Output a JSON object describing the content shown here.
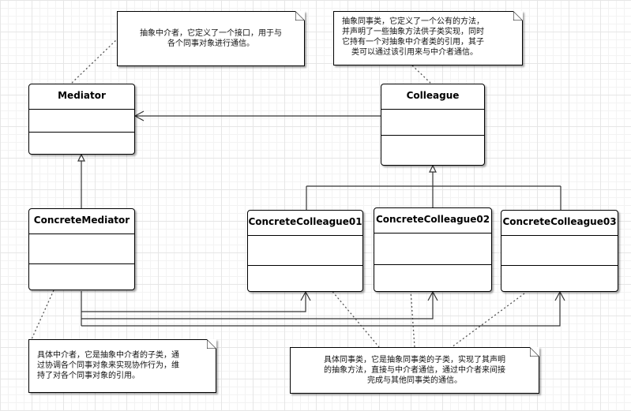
{
  "classes": {
    "mediator": "Mediator",
    "colleague": "Colleague",
    "concrete_mediator": "ConcreteMediator",
    "concrete_colleague_01": "ConcreteColleague01",
    "concrete_colleague_02": "ConcreteColleague02",
    "concrete_colleague_03": "ConcreteColleague03"
  },
  "notes": {
    "mediator_line1": "抽象中介者，它定义了一个接口，用于与",
    "mediator_line2": "各个同事对象进行通信。",
    "colleague_line1": "抽象同事类，它定义了一个公有的方法，",
    "colleague_line2": "并声明了一些抽象方法供子类实现，同时",
    "colleague_line3": "它持有一个对抽象中介者类的引用，其子",
    "colleague_line4": "类可以通过该引用来与中介者通信。",
    "concrete_mediator_line1": "具体中介者，它是抽象中介者的子类，通",
    "concrete_mediator_line2": "过协调各个同事对象来实现协作行为，维",
    "concrete_mediator_line3": "持了对各个同事对象的引用。",
    "concrete_colleague_line1": "具体同事类，它是抽象同事类的子类，实现了其声明",
    "concrete_colleague_line2": "的抽象方法，直接与中介者通信，通过中介者来间接",
    "concrete_colleague_line3": "完成与其他同事类的通信。"
  }
}
